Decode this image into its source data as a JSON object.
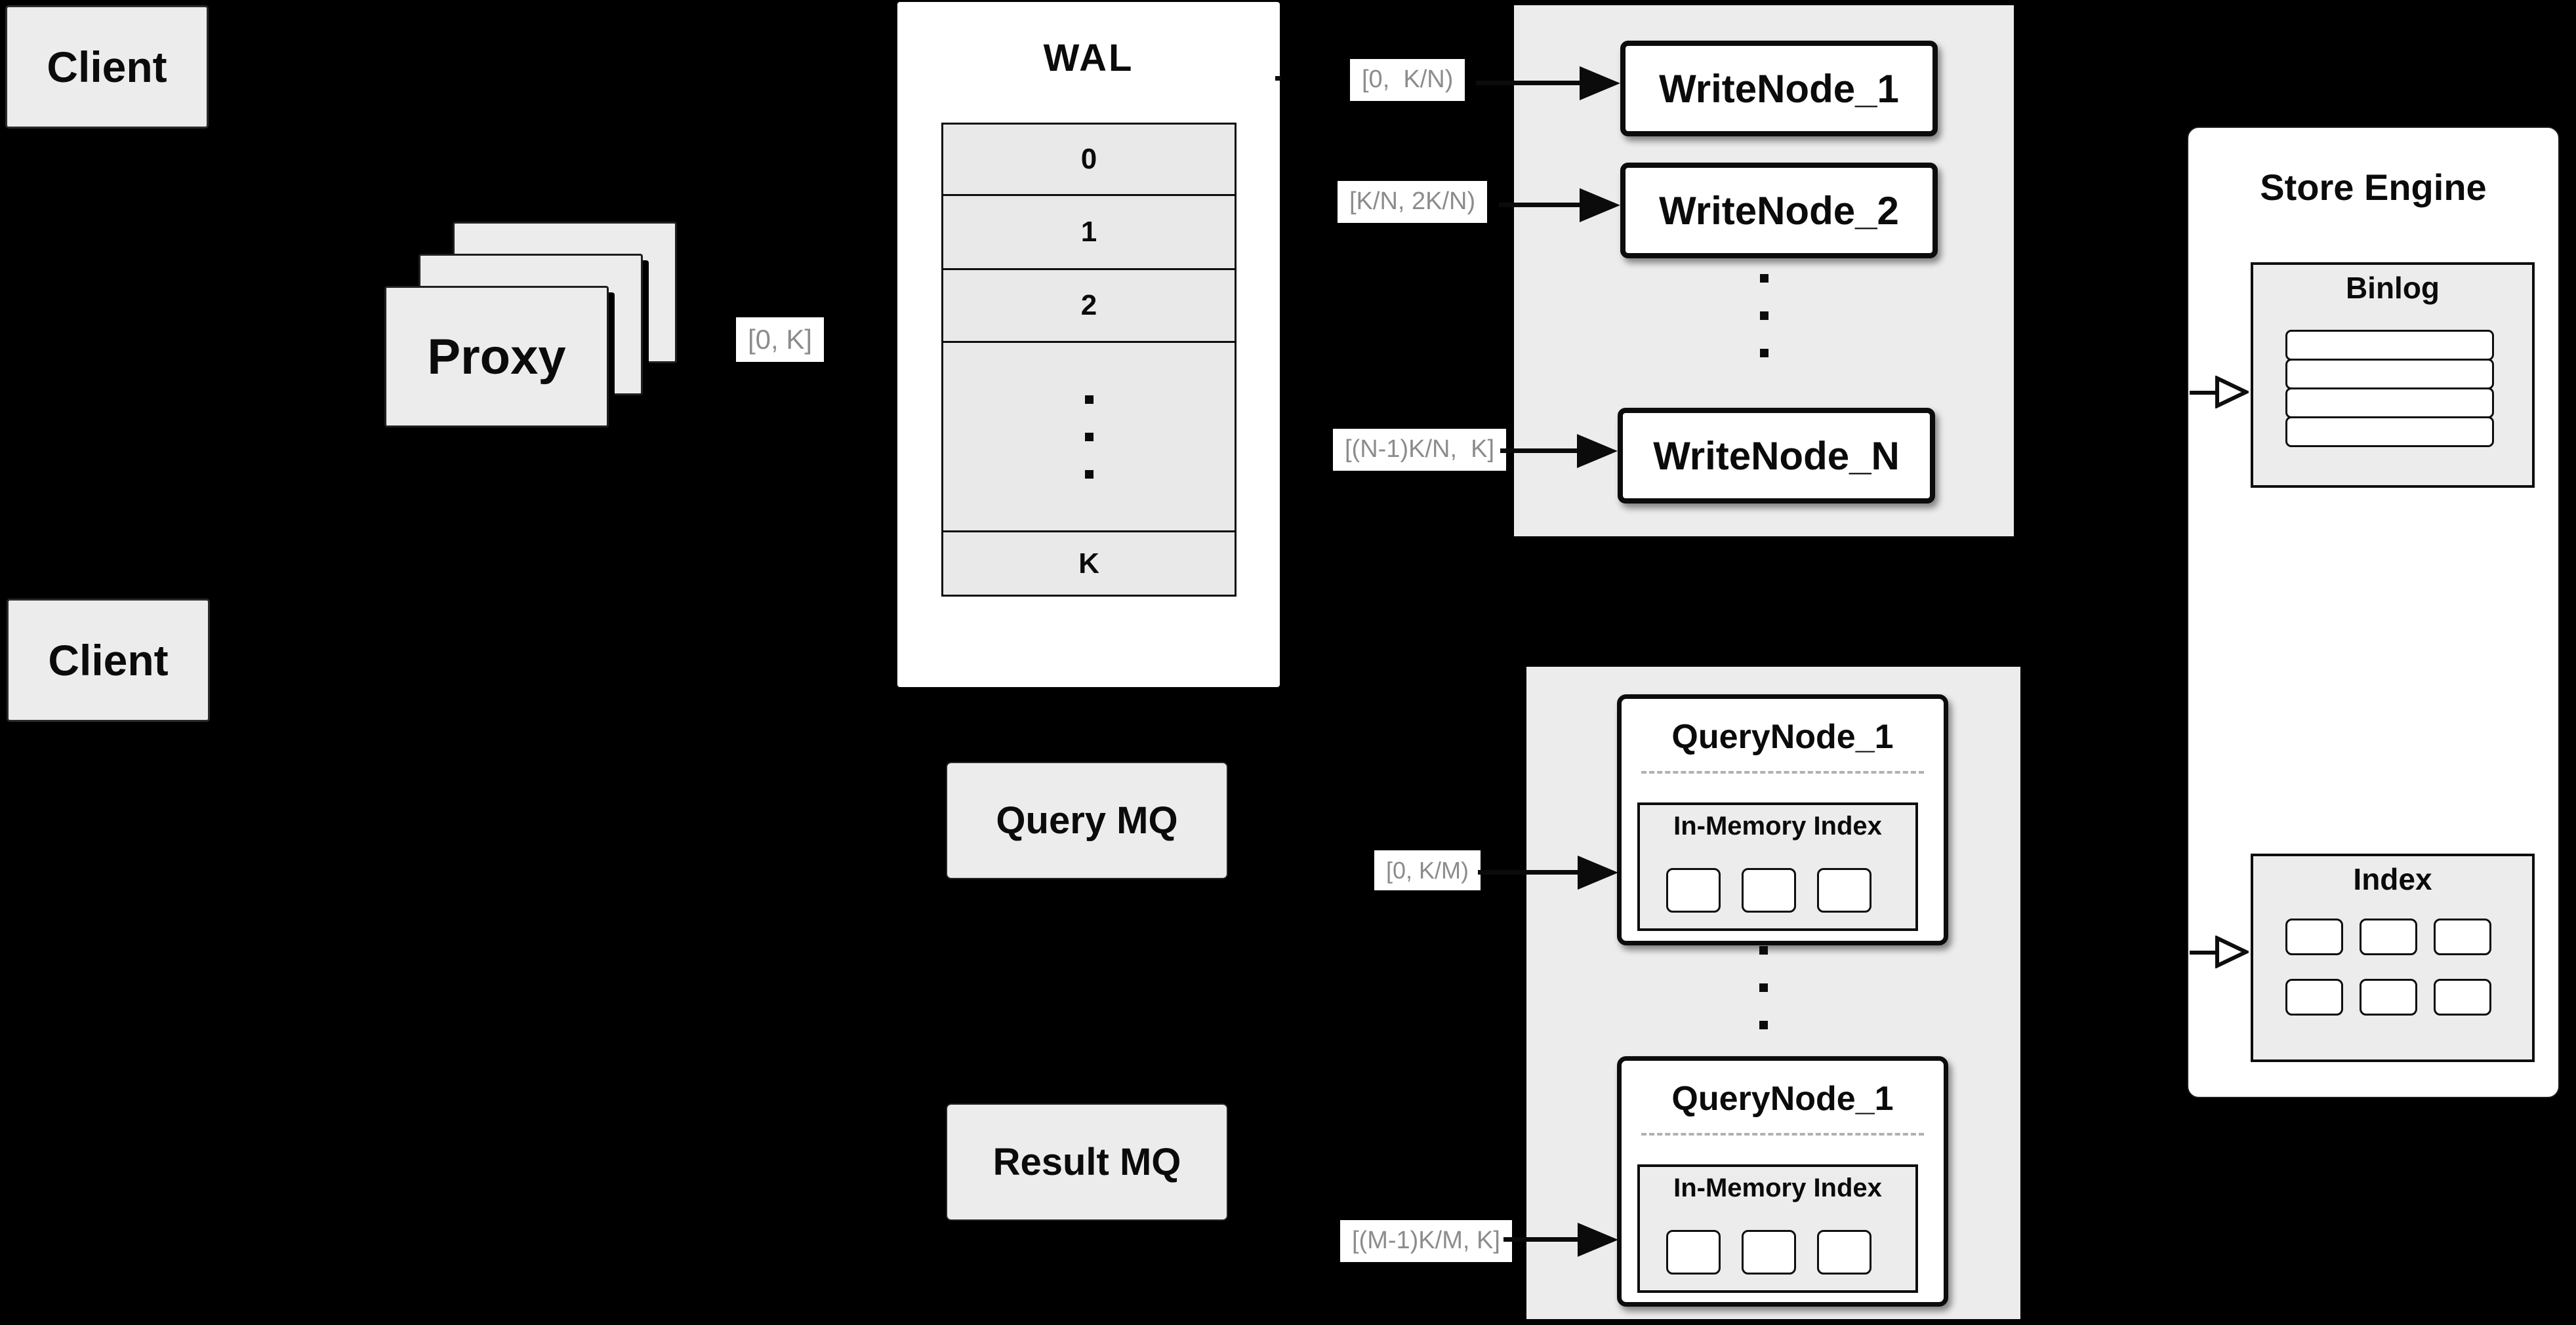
{
  "colors": {
    "background": "#000000",
    "box_fill": "#ececec",
    "node_fill": "#ffffff",
    "border": "#0e0e0e",
    "range_label_text": "#8c8c8c",
    "dashed_divider": "#b0b0b0"
  },
  "clients": {
    "top": "Client",
    "bottom": "Client"
  },
  "proxy": {
    "label": "Proxy"
  },
  "routing_labels": {
    "proxy_out": "[0, K]",
    "write": [
      "[0,  K/N)",
      "[K/N, 2K/N)",
      "[(N-1)K/N,  K]"
    ],
    "query": [
      "[0, K/M)",
      "[(M-1)K/M, K]"
    ]
  },
  "wal": {
    "title": "WAL",
    "rows": [
      "0",
      "1",
      "2",
      "K"
    ]
  },
  "write_nodes": [
    "WriteNode_1",
    "WriteNode_2",
    "WriteNode_N"
  ],
  "mq": {
    "query": "Query MQ",
    "result": "Result MQ"
  },
  "query_nodes": [
    {
      "title": "QueryNode_1",
      "inner": "In-Memory Index"
    },
    {
      "title": "QueryNode_1",
      "inner": "In-Memory Index"
    }
  ],
  "store_engine": {
    "title": "Store Engine",
    "binlog_title": "Binlog",
    "index_title": "Index"
  }
}
